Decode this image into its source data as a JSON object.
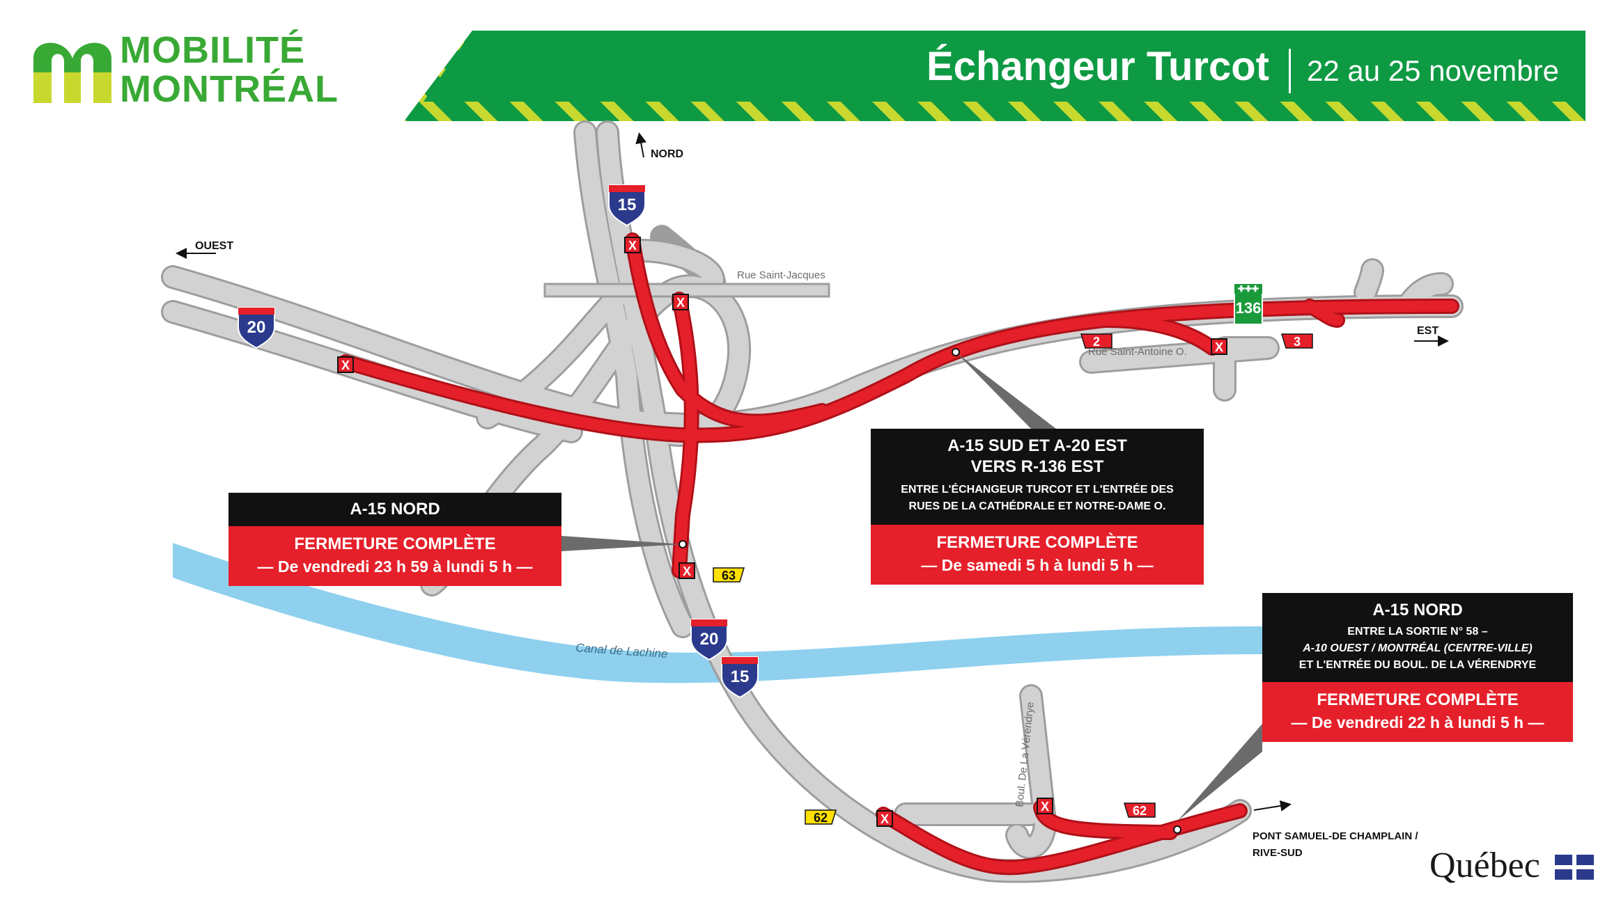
{
  "brand": {
    "line1": "MOBILITÉ",
    "line2": "MONTRÉAL"
  },
  "banner": {
    "title": "Échangeur Turcot",
    "date": "22 au 25 novembre"
  },
  "compass": {
    "north": "NORD",
    "west": "OUEST",
    "east": "EST"
  },
  "streets": {
    "saint_jacques": "Rue Saint-Jacques",
    "saint_antoine": "Rue Saint-Antoine O.",
    "verendrye": "Boul. De La Vérendrye",
    "canal": "Canal de Lachine",
    "pont": "PONT SAMUEL-DE CHAMPLAIN /",
    "rive_sud": "RIVE-SUD"
  },
  "shields": {
    "a15": "15",
    "a20": "20",
    "r136": "136"
  },
  "exits": {
    "e2": "2",
    "e3": "3",
    "e63": "63",
    "e62y": "62",
    "e62r": "62"
  },
  "callouts": {
    "c1": {
      "title": "A-15 NORD",
      "status": "FERMETURE COMPLÈTE",
      "period": "— De vendredi 23 h 59 à lundi 5 h —"
    },
    "c2": {
      "title1": "A-15 SUD ET A-20 EST",
      "title2": "VERS R-136 EST",
      "desc1": "ENTRE L'ÉCHANGEUR TURCOT ET L'ENTRÉE DES",
      "desc2": "RUES DE LA CATHÉDRALE ET NOTRE-DAME O.",
      "status": "FERMETURE COMPLÈTE",
      "period": "— De samedi 5 h à lundi 5 h —"
    },
    "c3": {
      "title": "A-15 NORD",
      "desc1": "ENTRE LA SORTIE N° 58 –",
      "desc2": "A-10 OUEST / MONTRÉAL (CENTRE-VILLE)",
      "desc3": "ET L'ENTRÉE DU BOUL. DE LA VÉRENDRYE",
      "status": "FERMETURE COMPLÈTE",
      "period": "— De vendredi 22 h à lundi 5 h —"
    }
  },
  "government": {
    "name": "Québec"
  },
  "colors": {
    "road": "#cfcfcf",
    "road_edge": "#9d9d9d",
    "closed": "#e5202a",
    "canal": "#8ed0ee",
    "brand_green": "#39a935",
    "banner_green": "#0e9a43",
    "stripe_yellow": "#c8d82e",
    "interstate_blue": "#2b3a8c",
    "route_green": "#1b9a3c",
    "exit_yellow": "#ffe000"
  }
}
